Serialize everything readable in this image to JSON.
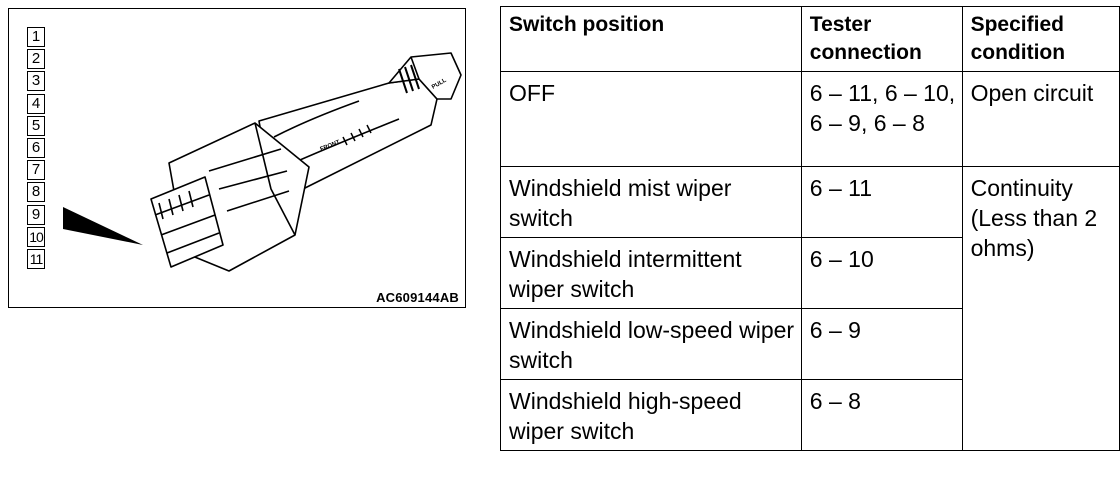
{
  "figure": {
    "pin_numbers": [
      "1",
      "2",
      "3",
      "4",
      "5",
      "6",
      "7",
      "8",
      "9",
      "10",
      "11"
    ],
    "code": "AC609144AB",
    "front_label": "FRONT",
    "knob_label": "PULL"
  },
  "table": {
    "headers": {
      "switch_position": "Switch position",
      "tester_connection": "Tester connection",
      "specified_condition": "Specified condition"
    },
    "rows": [
      {
        "position": "OFF",
        "connection": "6 – 11, 6 – 10, 6 – 9, 6 – 8",
        "condition": "Open circuit"
      },
      {
        "position": "Windshield mist wiper switch",
        "connection": "6 – 11",
        "condition": "Continuity (Less than 2 ohms)"
      },
      {
        "position": "Windshield intermittent wiper switch",
        "connection": "6 – 10"
      },
      {
        "position": "Windshield low-speed wiper switch",
        "connection": "6 – 9"
      },
      {
        "position": "Windshield high-speed wiper switch",
        "connection": "6 – 8"
      }
    ]
  }
}
